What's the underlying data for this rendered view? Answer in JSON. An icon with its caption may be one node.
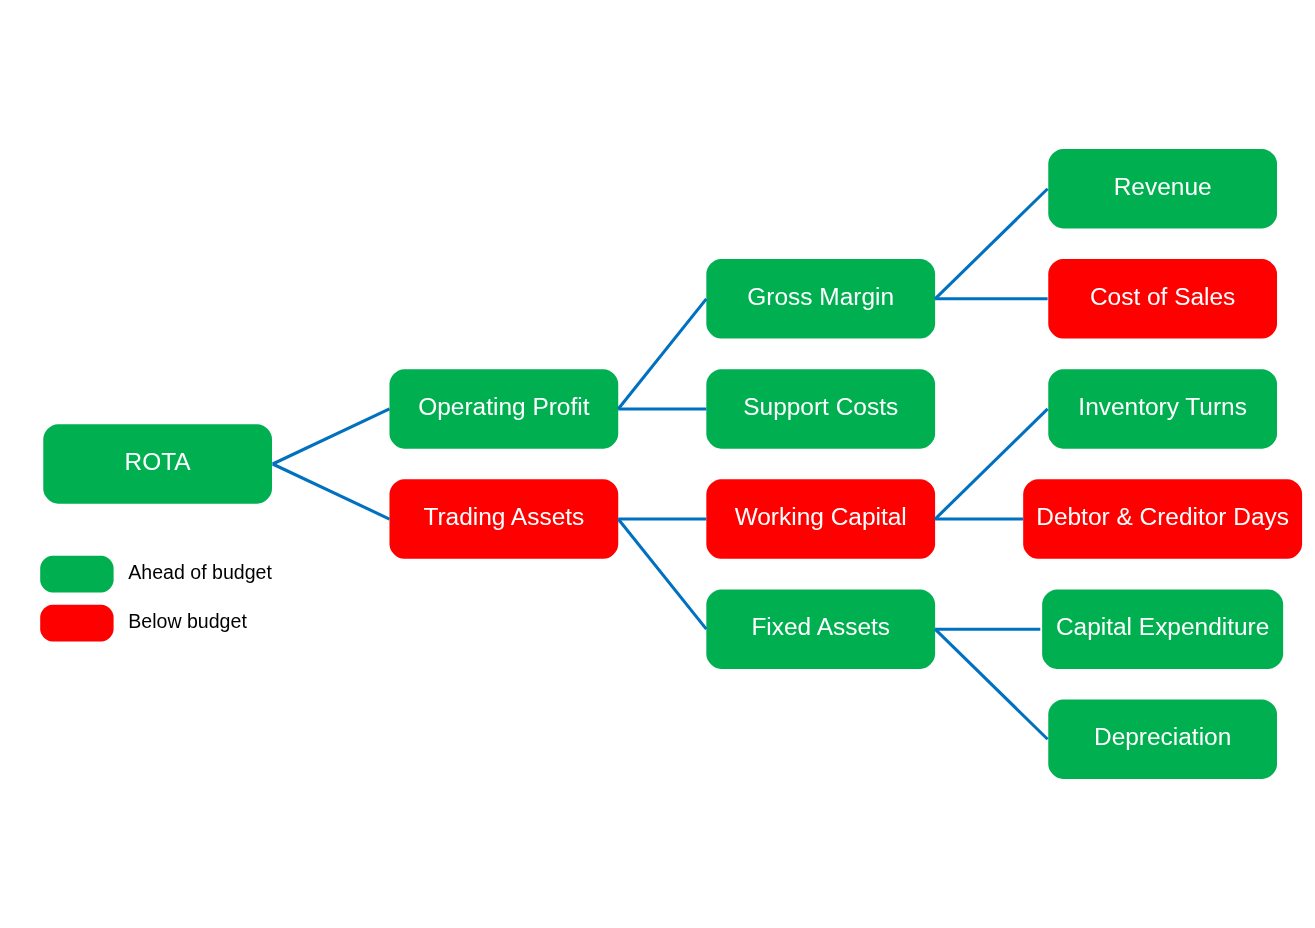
{
  "diagram": {
    "nodes": [
      {
        "text": [
          "ROTA"
        ]
      },
      {
        "text": [
          "Operating Profit"
        ]
      },
      {
        "text": [
          "Trading Assets"
        ]
      },
      {
        "text": [
          "Gross Margin"
        ]
      },
      {
        "text": [
          "Support Costs"
        ]
      },
      {
        "text": [
          "Working Capital"
        ]
      },
      {
        "text": [
          "Fixed Assets"
        ]
      },
      {
        "text": [
          "Revenue"
        ]
      },
      {
        "text": [
          "Cost of Sales"
        ]
      },
      {
        "text": [
          "Inventory Turns"
        ]
      },
      {
        "text": [
          "Debtor & Creditor Days"
        ]
      },
      {
        "text": [
          "Capital Expenditure"
        ]
      },
      {
        "text": [
          "Depreciation"
        ]
      }
    ],
    "edges": [
      {
        "from": 0,
        "to": 1,
        "arrow": "none"
      },
      {
        "from": 0,
        "to": 2,
        "arrow": "none"
      },
      {
        "from": 1,
        "to": 3,
        "arrow": "none"
      },
      {
        "from": 1,
        "to": 4,
        "arrow": "none"
      },
      {
        "from": 3,
        "to": 7,
        "arrow": "none"
      },
      {
        "from": 3,
        "to": 8,
        "arrow": "none"
      },
      {
        "from": 2,
        "to": 5,
        "arrow": "none"
      },
      {
        "from": 2,
        "to": 6,
        "arrow": "none"
      },
      {
        "from": 5,
        "to": 9,
        "arrow": "none"
      },
      {
        "from": 5,
        "to": 10,
        "arrow": "none"
      },
      {
        "from": 6,
        "to": 11,
        "arrow": "none"
      },
      {
        "from": 6,
        "to": 12,
        "arrow": "none"
      }
    ],
    "legend": [
      {
        "text": "Ahead of budget",
        "color": "#00b050"
      },
      {
        "text": "Below budget",
        "color": "#ff0000"
      }
    ]
  }
}
